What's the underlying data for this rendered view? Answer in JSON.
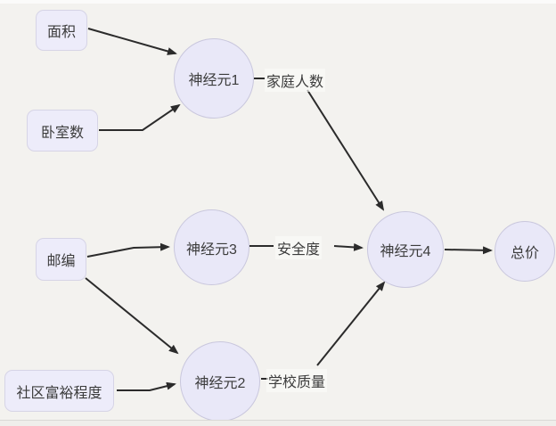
{
  "diagram": {
    "title_hint": "neural-network-house-price-diagram",
    "nodes": {
      "area": "面积",
      "bedrooms": "卧室数",
      "zipcode": "邮编",
      "wealth": "社区富裕程度",
      "neuron1": "神经元1",
      "neuron2": "神经元2",
      "neuron3": "神经元3",
      "neuron4": "神经元4",
      "output": "总价"
    },
    "edge_labels": {
      "family_size": "家庭人数",
      "safety": "安全度",
      "school_quality": "学校质量"
    },
    "edges": [
      {
        "from": "area",
        "to": "neuron1"
      },
      {
        "from": "bedrooms",
        "to": "neuron1"
      },
      {
        "from": "zipcode",
        "to": "neuron3"
      },
      {
        "from": "zipcode",
        "to": "neuron2"
      },
      {
        "from": "wealth",
        "to": "neuron2"
      },
      {
        "from": "neuron1",
        "to": "neuron4",
        "label": "家庭人数"
      },
      {
        "from": "neuron3",
        "to": "neuron4",
        "label": "安全度"
      },
      {
        "from": "neuron2",
        "to": "neuron4",
        "label": "学校质量"
      },
      {
        "from": "neuron4",
        "to": "output"
      }
    ]
  },
  "colors": {
    "background": "#f3f2ef",
    "node_fill": "#e9e8f8",
    "node_border": "#c9c7dd",
    "box_fill": "#edecfa",
    "box_border": "#d6d4e6",
    "line": "#2b2b2b",
    "text": "#3c3c3c"
  }
}
